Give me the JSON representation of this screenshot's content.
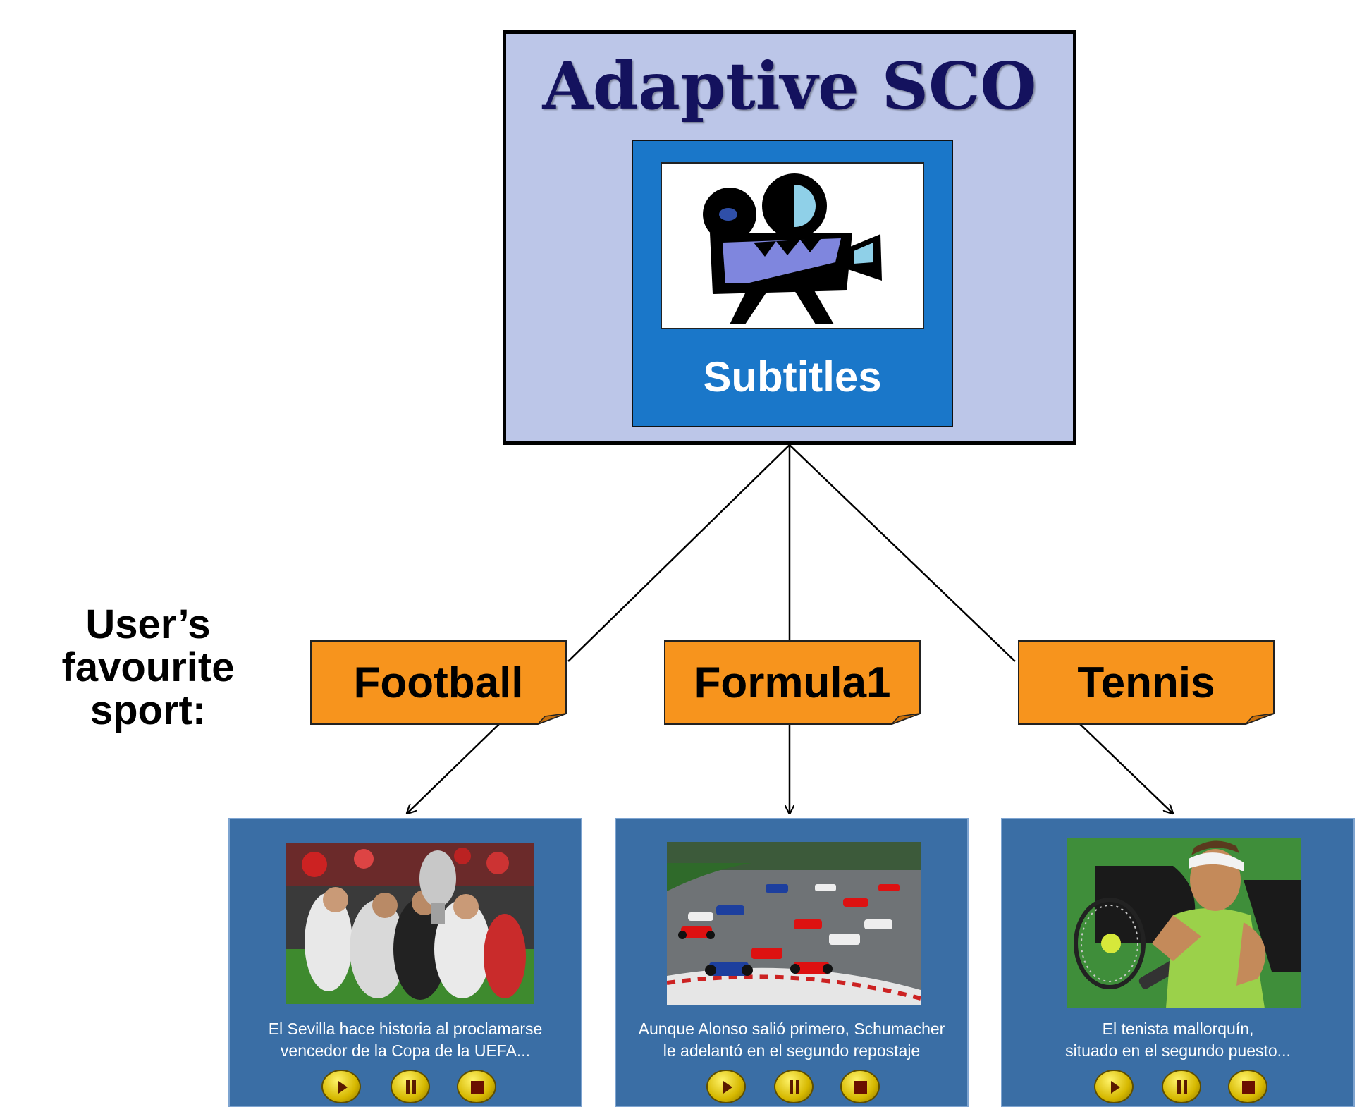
{
  "sco": {
    "title": "Adaptive SCO",
    "video_label": "Subtitles",
    "icon": "movie-camera-icon"
  },
  "condition": {
    "label_line1": "User’s",
    "label_line2": "favourite",
    "label_line3": "sport:"
  },
  "options": [
    {
      "label": "Football"
    },
    {
      "label": "Formula1"
    },
    {
      "label": "Tennis"
    }
  ],
  "players": [
    {
      "image": "football-trophy-celebration-photo",
      "caption_line1": "El Sevilla hace historia al proclamarse",
      "caption_line2": "vencedor de la Copa de la UEFA..."
    },
    {
      "image": "formula1-race-start-photo",
      "caption_line1": "Aunque Alonso salió primero, Schumacher",
      "caption_line2": "le adelantó en el segundo repostaje"
    },
    {
      "image": "tennis-player-photo",
      "caption_line1": "El tenista mallorquín,",
      "caption_line2": "situado en el segundo puesto..."
    }
  ],
  "controls": [
    "play-icon",
    "pause-icon",
    "stop-icon"
  ],
  "colors": {
    "sco_background": "#bcc6e8",
    "sco_title": "#14125e",
    "video_panel": "#1a77c9",
    "note_fill": "#f7941d",
    "player_background": "#3a6ea5",
    "control_button": "#e8cf00"
  }
}
